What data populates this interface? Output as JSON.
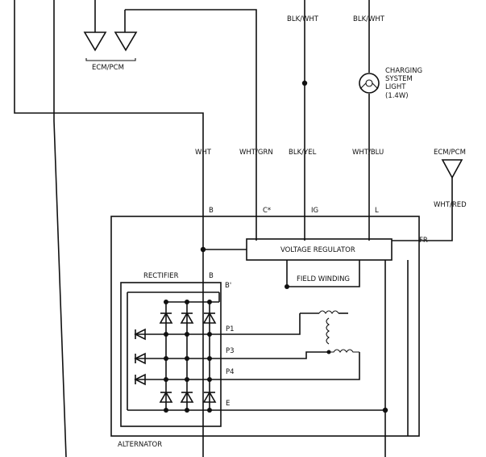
{
  "ground_symbols": {
    "label": "ECM/PCM"
  },
  "top_wires": {
    "left": "BLK/WHT",
    "right": "BLK/WHT"
  },
  "charging_light": {
    "line1": "CHARGING",
    "line2": "SYSTEM",
    "line3": "LIGHT",
    "line4": "(1.4W)"
  },
  "wire_colors": {
    "b": "WHT",
    "c": "WHT/GRN",
    "ig": "BLK/YEL",
    "l": "WHT/BLU"
  },
  "ecm_right": {
    "label": "ECM/PCM",
    "wire": "WHT/RED"
  },
  "terminals": {
    "b": "B",
    "c": "C*",
    "ig": "IG",
    "l": "L",
    "fr": "FR",
    "b_inner": "B",
    "b_prime": "B'",
    "p1": "P1",
    "p3": "P3",
    "p4": "P4",
    "e": "E"
  },
  "voltage_regulator": {
    "label": "VOLTAGE REGULATOR"
  },
  "field_winding": {
    "label": "FIELD WINDING"
  },
  "rectifier": {
    "label": "RECTIFIER"
  },
  "alternator": {
    "label": "ALTERNATOR"
  }
}
